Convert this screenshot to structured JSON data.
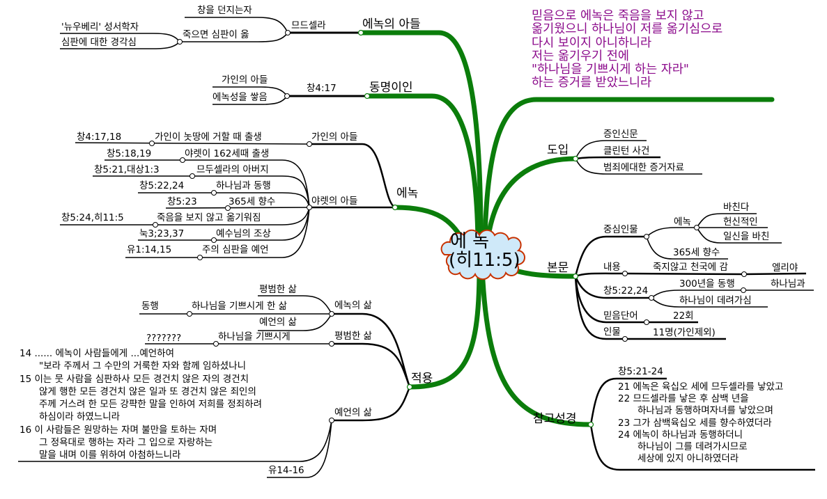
{
  "center": {
    "line1": "에 녹",
    "line2": "(히11:5)"
  },
  "quote": [
    "믿음으로 에녹은 죽음을 보지 않고",
    "옮기웠으니 하나님이 저를 옮기심으로",
    "다시 보이지 아니하니라",
    "저는 옮기우기 전에",
    "\"하나님을 기쁘시게 하는 자라\"",
    "하는 증거를 받았느니라"
  ],
  "sons": {
    "label": "에녹의 아들",
    "methuselah": "므드셀라",
    "spear": "창을 던지는자",
    "judgment": "죽으면 심판이 옳",
    "newberry": "'뉴우베리' 성서학자",
    "alert": "심판에 대한 경각심"
  },
  "namesake": {
    "label": "동명이인",
    "ref": "창4:17",
    "cain_son": "가인의 아들",
    "city": "에녹성을 쌓음"
  },
  "enoch": {
    "label": "에녹",
    "cain": {
      "label": "가인의 아들",
      "child": "가인이 놋땅에 거할 때 출생",
      "ref": "창4:17,18"
    },
    "jared": {
      "label": "야렛의 아들",
      "items": [
        {
          "text": "야렛이 162세때 출생",
          "ref": "창5:18,19"
        },
        {
          "text": "므두셀라의 아버지",
          "ref": "창5:21,대상1:3"
        },
        {
          "text": "하나님과 동행",
          "ref": "창5:22,24"
        },
        {
          "text": "365세 향수",
          "ref": "창5:23"
        },
        {
          "text": "죽음을 보지 않고 옮기워짐",
          "ref": "창5:24,히11:5"
        },
        {
          "text": "예수님의 조상",
          "ref": "눅3;23,37"
        },
        {
          "text": "주의 심판을 예언",
          "ref": "유1:14,15"
        }
      ]
    }
  },
  "apply": {
    "label": "적용",
    "life": {
      "label": "에녹의 삶",
      "ordinary": "평범한 삶",
      "pleasing": "하나님을 기쁘시게 한 삶",
      "walk": "동행",
      "prophecy": "예언의 삶"
    },
    "ordinary": {
      "label": "평범한 삶",
      "child": "하나님을 기쁘시게",
      "unknown": "???????"
    },
    "prophecy": {
      "label": "예언의 삶",
      "ref": "유14-16",
      "verses": [
        "14 ...... 에녹이 사람들에게 ...예언하여",
        "\"보라 주께서 그 수만의 거룩한 자와 함께 임하셨나니",
        "15 이는 뭇 사람을 심판하사 모든 경건치 않은 자의 경건치",
        "않게 행한 모든 경건치 않은 일과 또 경건치 않은 죄인의",
        "주께 거스려 한 모든 강퍅한 말을 인하여 저희를 정죄하려",
        "하심이라 하였느니라",
        "16 이 사람들은 원망하는 자며 불만을 토하는 자며",
        "그 정욕대로 행하는 자라 그 입으로 자랑하는",
        "말을 내며 이를 위하여 아첨하느니라"
      ]
    }
  },
  "intro": {
    "label": "도입",
    "items": [
      "증인신문",
      "클린턴 사건",
      "범죄에대한 증거자료"
    ]
  },
  "body": {
    "label": "본문",
    "central": {
      "label": "중심인물",
      "enoch": "에녹",
      "traits": [
        "바친다",
        "헌신적인",
        "일신을 바친"
      ],
      "age": "365세 향수"
    },
    "content": {
      "label": "내용",
      "text": "죽지않고 천국에 감",
      "elijah": "엘리야"
    },
    "ref": {
      "label": "창5:22,24",
      "walk": "300년을 동행",
      "with_god": "하나님과",
      "taken": "하나님이 데려가심"
    },
    "faith_word": {
      "label": "믿음단어",
      "count": "22회"
    },
    "people": {
      "label": "인물",
      "count": "11명(가인제외)"
    }
  },
  "reference": {
    "label": "참고성경",
    "ref": "창5:21-24",
    "verses": [
      "21 에녹은 육십오 세에 므두셀라를 낳았고",
      "22 므드셀라를 낳은 후 삼백 년을",
      "하나님과 동행하며자녀를 낳았으며",
      "23 그가 삼백육십오 세를 향수하였더라",
      "24 에녹이 하나님과 동행하더니",
      "하나님이 그를 데려가시므로",
      "세상에 있지 아니하였더라"
    ]
  },
  "colors": {
    "branch_green": "#0b7d0b",
    "quote_purple": "#8b0a8b",
    "cloud_fill": "#cfe9f9",
    "cloud_outline": "#c83200"
  }
}
